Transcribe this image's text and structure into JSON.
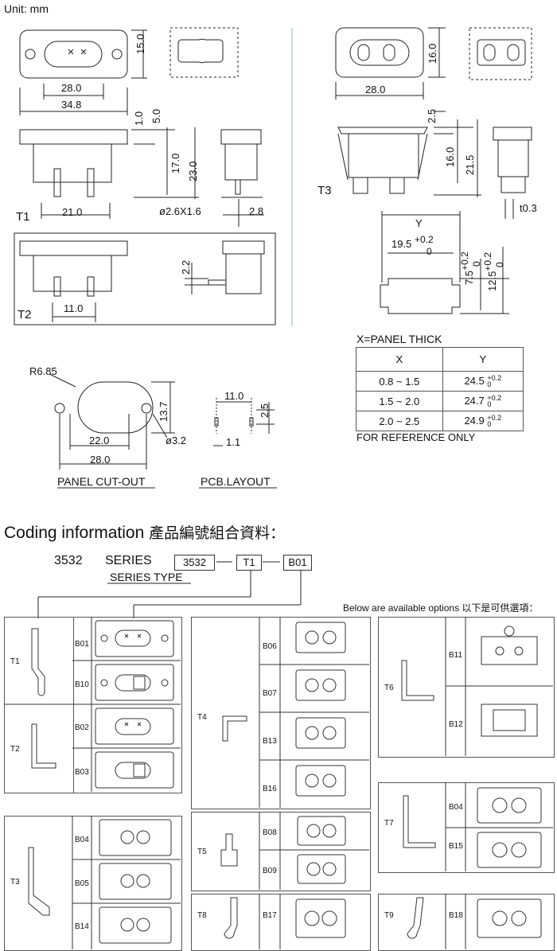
{
  "unit": "Unit: mm",
  "t1": {
    "label": "T1",
    "dims": {
      "h15": "15.0",
      "w28": "28.0",
      "w34": "34.8",
      "t1": "1.0",
      "t5": "5.0",
      "h17": "17.0",
      "h23": "23.0",
      "w21": "21.0",
      "pin": "ø2.6X1.6",
      "w28b": "2.8"
    }
  },
  "t2": {
    "label": "T2",
    "dims": {
      "h22": "2.2",
      "w11": "11.0"
    }
  },
  "t3": {
    "label": "T3",
    "dims": {
      "h16": "16.0",
      "w28": "28.0",
      "t25": "2.5",
      "h16b": "16.0",
      "h215": "21.5",
      "t03": "t0.3"
    }
  },
  "panel_hole": {
    "y_label": "Y",
    "w": "19.5",
    "w_tol_top": "+0.2",
    "w_tol_bot": "0",
    "h1": "7.5",
    "h1_tol": "+0.2",
    "h1_tol_bot": "0",
    "h2": "12.5",
    "h2_tol": "+0.2",
    "h2_tol_bot": "0"
  },
  "reference_table": {
    "caption": "X=PANEL THICK",
    "headers": [
      "X",
      "Y"
    ],
    "rows": [
      {
        "x": "0.8 ~ 1.5",
        "y": "24.5",
        "tol_top": "+0.2",
        "tol_bot": "0"
      },
      {
        "x": "1.5 ~ 2.0",
        "y": "24.7",
        "tol_top": "+0.2",
        "tol_bot": "0"
      },
      {
        "x": "2.0 ~ 2.5",
        "y": "24.9",
        "tol_top": "+0.2",
        "tol_bot": "0"
      }
    ],
    "note": "FOR REFERENCE ONLY"
  },
  "cutout": {
    "radius": "R6.85",
    "h": "13.7",
    "w22": "22.0",
    "hole": "ø3.2",
    "w28": "28.0",
    "title": "PANEL CUT-OUT"
  },
  "pcb": {
    "w": "11.0",
    "h": "2.5",
    "pad": "1.1",
    "title": "PCB.LAYOUT"
  },
  "coding": {
    "heading_en": "Coding information",
    "heading_zh": "產品編號組合資料：",
    "series_num": "3532",
    "series_word": "SERIES",
    "series_type": "SERIES TYPE",
    "code_boxes": [
      "3532",
      "T1",
      "B01"
    ],
    "options_note": "Below are available options  以下是可供選項："
  },
  "groups": [
    {
      "terminals": [
        "T1",
        "T2"
      ],
      "codes": [
        "B01",
        "B10",
        "B02",
        "B03"
      ]
    },
    {
      "terminals": [
        "T4"
      ],
      "codes": [
        "B06",
        "B07",
        "B13",
        "B16"
      ]
    },
    {
      "terminals": [
        "T6"
      ],
      "codes": [
        "B11",
        "B12"
      ]
    },
    {
      "terminals": [
        "T3"
      ],
      "codes": [
        "B04",
        "B05",
        "B14"
      ]
    },
    {
      "terminals": [
        "T5"
      ],
      "codes": [
        "B08",
        "B09"
      ]
    },
    {
      "terminals": [
        "T7"
      ],
      "codes": [
        "B04",
        "B15"
      ]
    },
    {
      "terminals": [
        "T8"
      ],
      "codes": [
        "B17"
      ]
    },
    {
      "terminals": [
        "T9"
      ],
      "codes": [
        "B18"
      ]
    }
  ]
}
